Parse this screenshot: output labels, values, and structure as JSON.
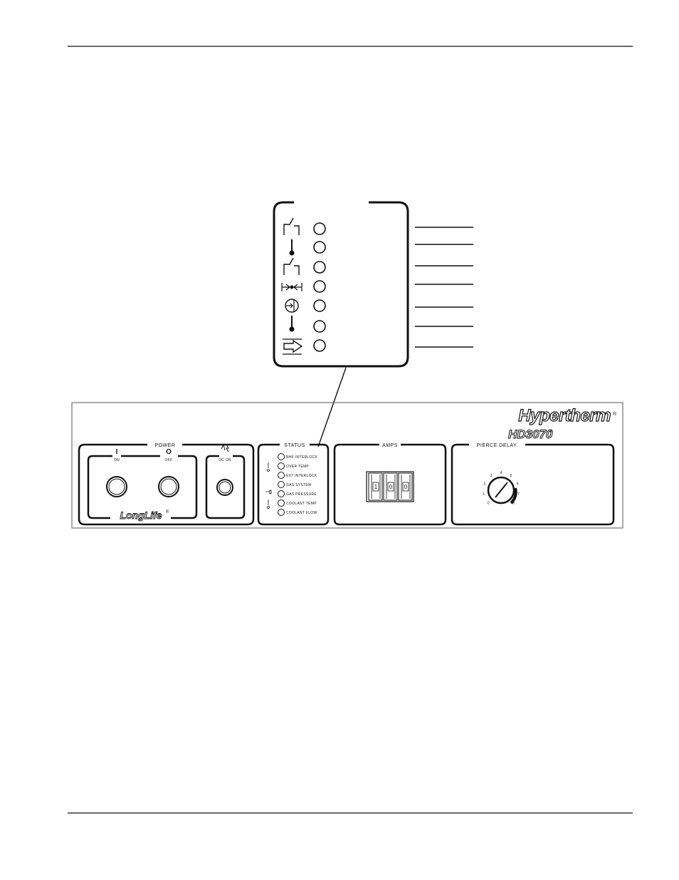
{
  "front_panel": {
    "brand": "Hypertherm",
    "model": "HD3070",
    "registered_mark": "®",
    "power": {
      "title": "POWER",
      "on_label": "ON",
      "off_label": "OFF",
      "on_symbol": "I",
      "off_symbol": "O",
      "longlife_logo": "LongLife",
      "dc_on_label": "DC ON"
    },
    "status": {
      "title": "STATUS",
      "indicators": [
        "RHF INTERLOCK",
        "OVER TEMP",
        "EXT INTERLOCK",
        "GAS SYSTEM",
        "GAS PRESSURE",
        "COOLANT TEMP",
        "COOLANT FLOW"
      ]
    },
    "amps": {
      "title": "AMPS",
      "digits": [
        "1",
        "0",
        "0"
      ]
    },
    "pierce_delay": {
      "title": "PIERCE DELAY",
      "scale": [
        "0",
        "1",
        "2",
        "3",
        "4",
        "5",
        "6",
        "7",
        "8"
      ]
    }
  },
  "callout": {
    "icons": [
      "rhf-interlock-switch-icon",
      "over-temp-thermometer-icon",
      "ext-interlock-switch-icon",
      "gas-system-icon",
      "gas-pressure-gauge-icon",
      "coolant-temp-thermometer-icon",
      "coolant-flow-arrow-icon"
    ]
  }
}
